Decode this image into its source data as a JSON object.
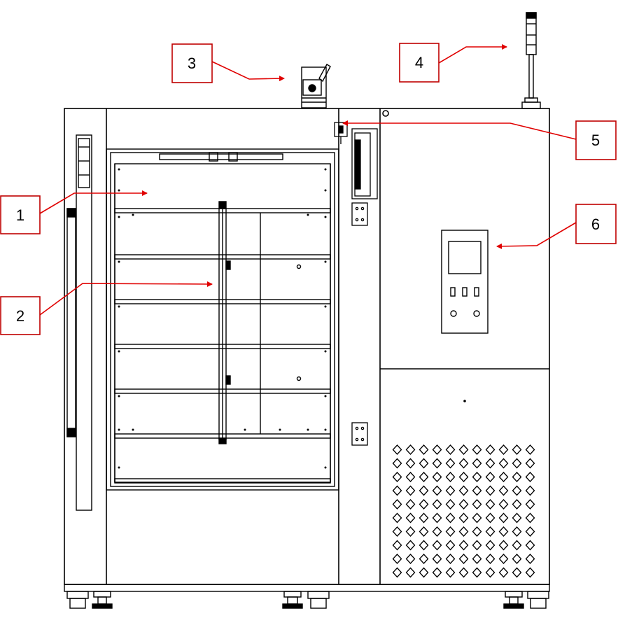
{
  "callouts": [
    {
      "id": "1",
      "label": "1"
    },
    {
      "id": "2",
      "label": "2"
    },
    {
      "id": "3",
      "label": "3"
    },
    {
      "id": "4",
      "label": "4"
    },
    {
      "id": "5",
      "label": "5"
    },
    {
      "id": "6",
      "label": "6"
    }
  ],
  "colors": {
    "line": "#000000",
    "callout_arrow": "#e00000",
    "callout_box_border": "#c00000",
    "background": "#ffffff"
  }
}
